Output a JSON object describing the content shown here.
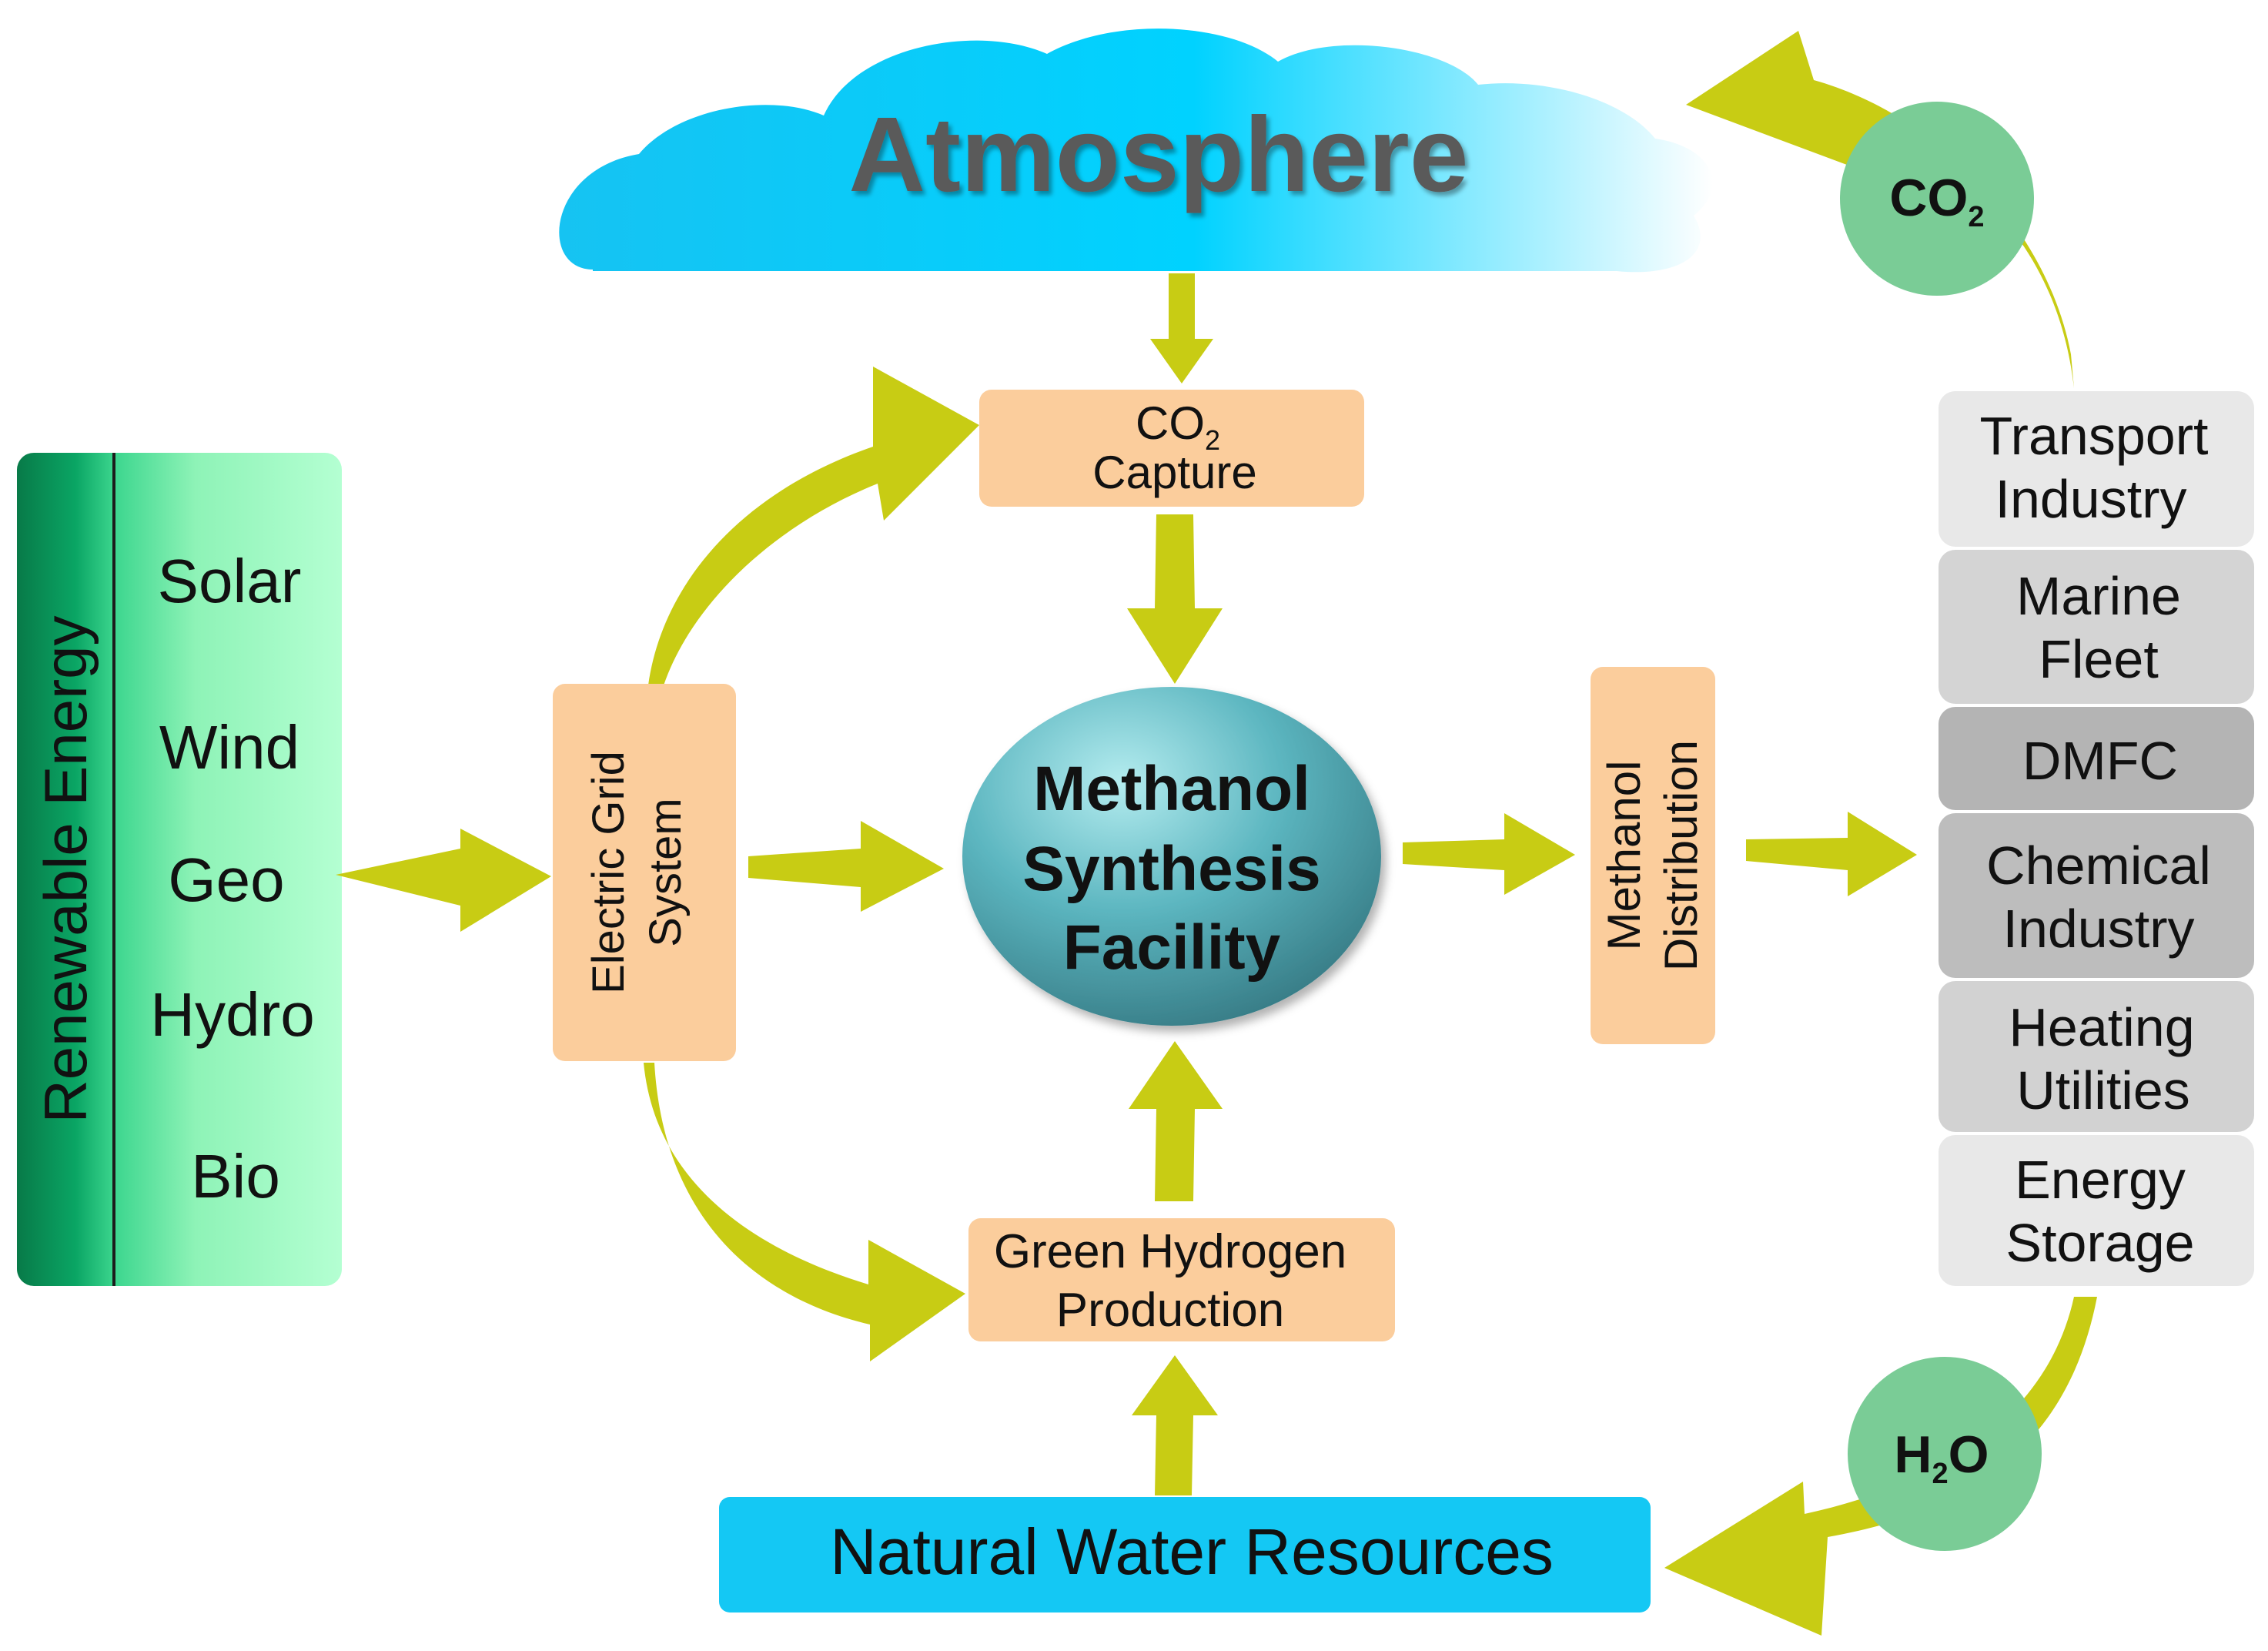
{
  "colors": {
    "arrow": "#c8cc14",
    "arrow_dark": "#b6ba10",
    "process_box": "#fbcd9c",
    "bubble": "#7acc96",
    "cloud_start": "#16c3f2",
    "cloud_mid": "#00d0ff",
    "water_box": "#14c8f4",
    "renewable_dark": "#0aa564",
    "renewable_light": "#b2ffcf"
  },
  "atmosphere": {
    "label": "Atmosphere"
  },
  "renewable": {
    "title": "Renewable Energy",
    "items": [
      "Solar",
      "Wind",
      "Geo",
      "Hydro",
      "Bio"
    ]
  },
  "co2_capture": {
    "line1_base": "CO",
    "line1_sub": "2",
    "line2": "Capture"
  },
  "electric_grid": {
    "line1": "Electric Grid",
    "line2": "System"
  },
  "methanol_facility": {
    "line1": "Methanol",
    "line2": "Synthesis",
    "line3": "Facility"
  },
  "methanol_distribution": {
    "line1": "Methanol",
    "line2": "Distribution"
  },
  "green_hydrogen": {
    "line1": "Green Hydrogen",
    "line2": "Production"
  },
  "water": {
    "label": "Natural Water Resources"
  },
  "consumers": [
    {
      "line1": "Transport",
      "line2": "Industry",
      "fill": "#e8e8e8"
    },
    {
      "line1": "Marine",
      "line2": "Fleet",
      "fill": "#d4d4d4"
    },
    {
      "line1": "DMFC",
      "line2": "",
      "fill": "#b4b4b4"
    },
    {
      "line1": "Chemical",
      "line2": "Industry",
      "fill": "#bdbdbd"
    },
    {
      "line1": "Heating",
      "line2": "Utilities",
      "fill": "#d2d2d2"
    },
    {
      "line1": "Energy",
      "line2": "Storage",
      "fill": "#e8e8e8"
    }
  ],
  "co2_bubble": {
    "base": "CO",
    "sub": "2"
  },
  "h2o_bubble": {
    "pre": "H",
    "sub": "2",
    "post": "O"
  }
}
